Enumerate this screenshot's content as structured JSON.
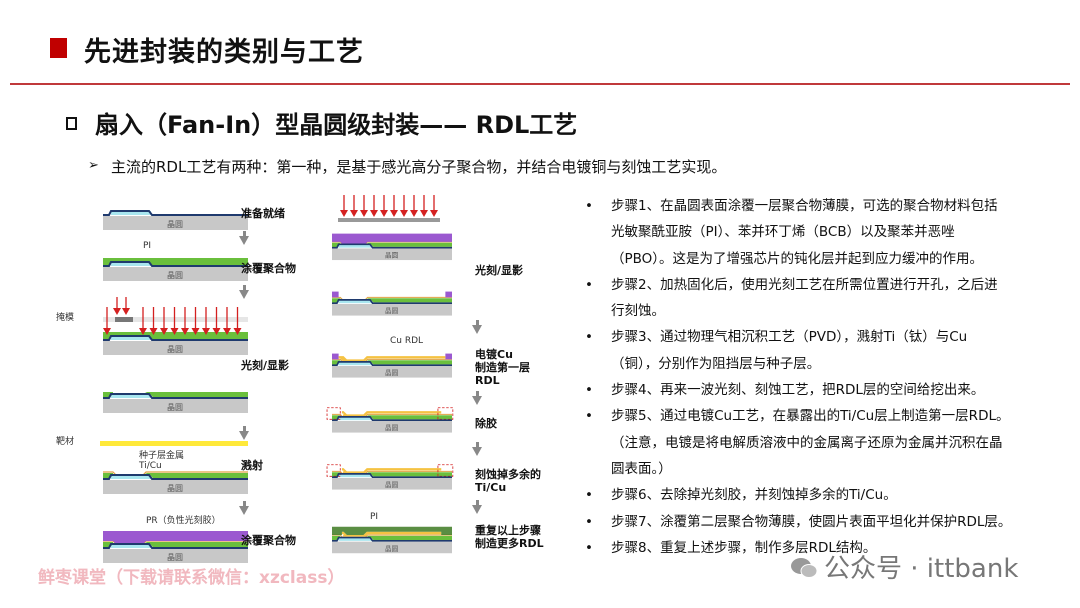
{
  "header": {
    "title": "先进封装的类别与工艺"
  },
  "section": {
    "title": "扇入（Fan-In）型晶圆级封装—— RDL工艺",
    "intro": "主流的RDL工艺有两种：第一种，是基于感光高分子聚合物，并结合电镀铜与刻蚀工艺实现。"
  },
  "diagram": {
    "wafer": "晶圆",
    "left_steps": [
      "准备就绪",
      "涂覆聚合物",
      "光刻/显影",
      "溅射",
      "涂覆聚合物"
    ],
    "right_steps": {
      "litho": "光刻/显影",
      "plate": [
        "电镀Cu",
        "制造第一层",
        "RDL"
      ],
      "strip": "除胶",
      "etch": [
        "刻蚀掉多余的",
        "Ti/Cu"
      ],
      "repeat": [
        "重复以上步骤",
        "制造更多RDL"
      ]
    },
    "callouts": {
      "pi": "PI",
      "mask": "掩模",
      "target": "靶材",
      "seed": [
        "种子层金属",
        "Ti/Cu"
      ],
      "pr": "PR（负性光刻胶）",
      "cu_rdl": "Cu RDL",
      "pi2": "PI"
    }
  },
  "steps": [
    [
      "步骤1、在晶圆表面涂覆一层聚合物薄膜，可选的聚合物材料包括",
      "光敏聚酰亚胺（PI）、苯并环丁烯（BCB）以及聚苯并恶唑",
      "（PBO）。这是为了增强芯片的钝化层并起到应力缓冲的作用。"
    ],
    [
      "步骤2、加热固化后，使用光刻工艺在所需位置进行开孔，之后进",
      "行刻蚀。"
    ],
    [
      "步骤3、通过物理气相沉积工艺（PVD），溅射Ti（钛）与Cu",
      "（铜），分别作为阻挡层与种子层。"
    ],
    [
      "步骤4、再来一波光刻、刻蚀工艺，把RDL层的空间给挖出来。"
    ],
    [
      "步骤5、通过电镀Cu工艺，在暴露出的Ti/Cu层上制造第一层RDL。",
      "（注意，电镀是将电解质溶液中的金属离子还原为金属并沉积在晶",
      "圆表面。）"
    ],
    [
      "步骤6、去除掉光刻胶，并刻蚀掉多余的Ti/Cu。"
    ],
    [
      "步骤7、涂覆第二层聚合物薄膜，使圆片表面平坦化并保护RDL层。"
    ],
    [
      "步骤8、重复上述步骤，制作多层RDL结构。"
    ]
  ],
  "bullet": "•",
  "watermarks": {
    "left": "鲜枣课堂（下载请联系微信：xzclass）",
    "right": "公众号 · ittbank"
  },
  "colors": {
    "accent": "#c00000",
    "polymer": "#6abf3c",
    "pr": "#9b59d0",
    "cu": "#f5c242",
    "pad": "#a8e6ef",
    "wafer": "#c8c8c8",
    "metal": "#1f3a6e",
    "arrow": "#d42020"
  }
}
